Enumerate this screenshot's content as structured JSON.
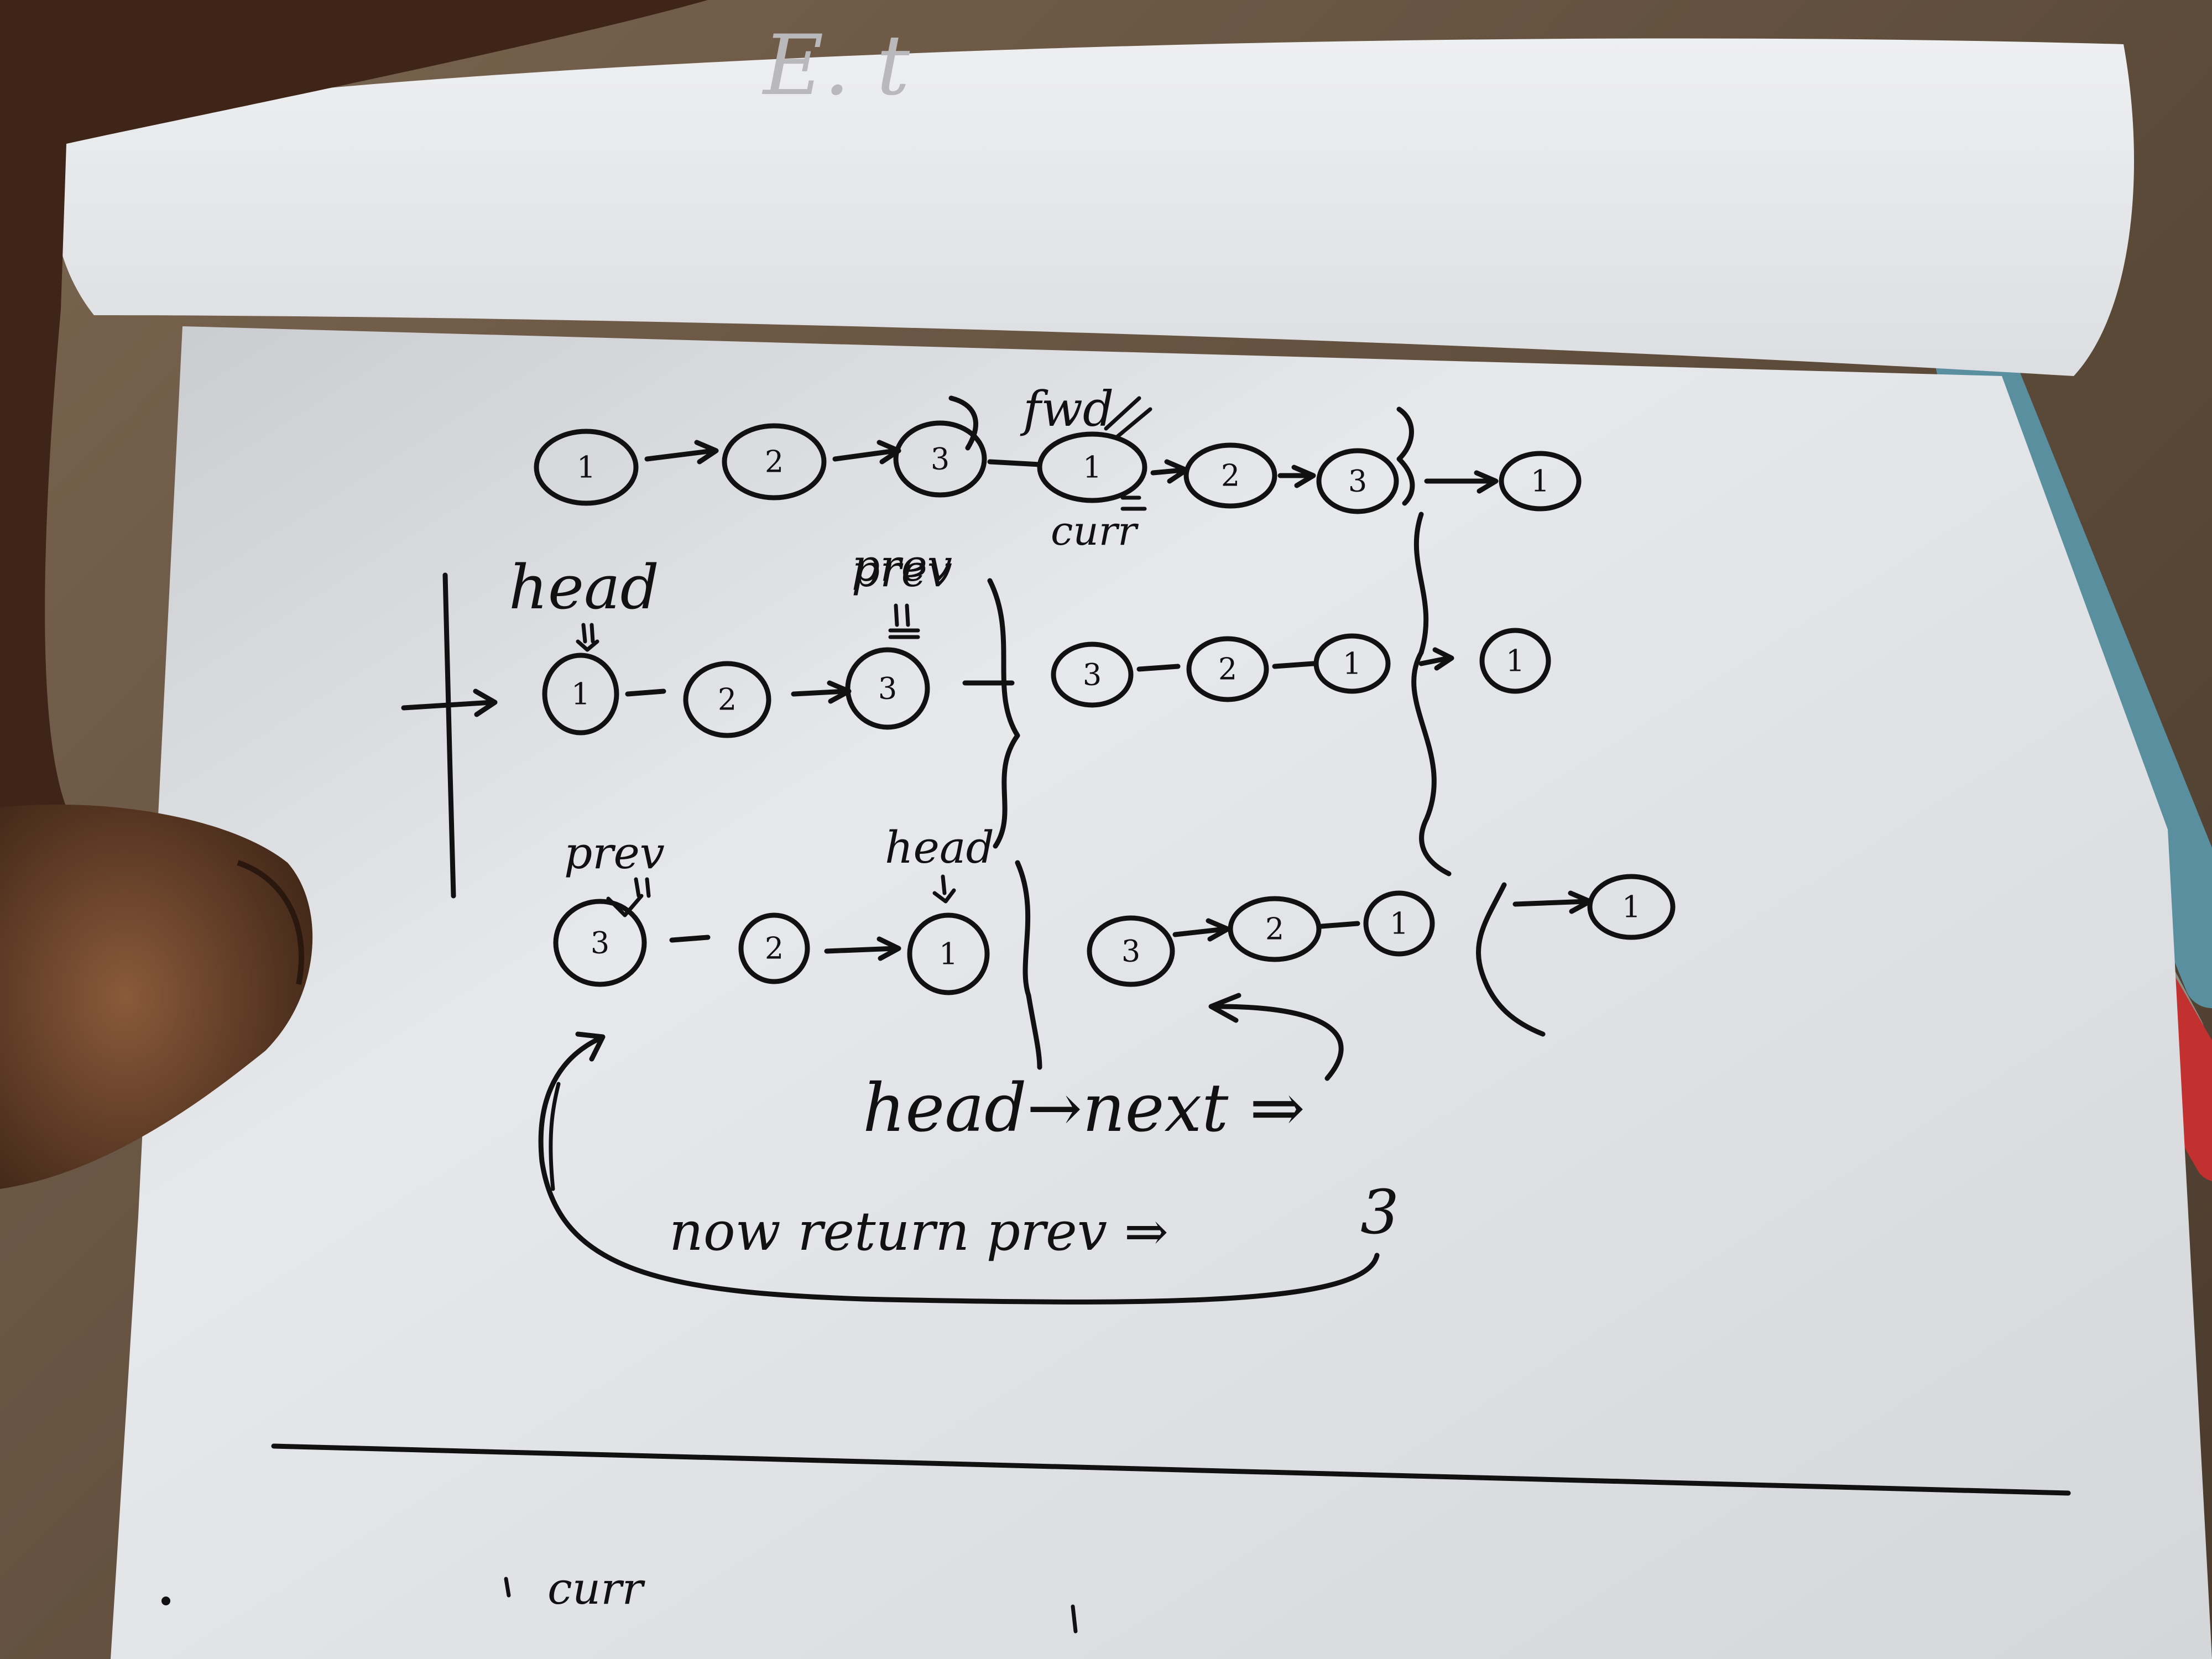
{
  "notes": {
    "top_labels": {
      "fwd": "fwd",
      "prev": "prev",
      "curr": "curr"
    },
    "row1_nodes": [
      "1",
      "2",
      "3",
      "1",
      "2",
      "3",
      "1"
    ],
    "row2": {
      "head_label": "head",
      "prev_label": "prev",
      "nodes": [
        "1",
        "2",
        "3",
        "3",
        "2",
        "1",
        "1"
      ]
    },
    "row3": {
      "prev_label": "prev",
      "head_label": "head",
      "nodes": [
        "3",
        "2",
        "1",
        "3",
        "2",
        "1",
        "1"
      ]
    },
    "head_next_text": "head→next ⇒",
    "return_text": "now return prev ⇒",
    "return_value": "3",
    "footer_label": "curr",
    "faded_top_text": "E. t"
  }
}
